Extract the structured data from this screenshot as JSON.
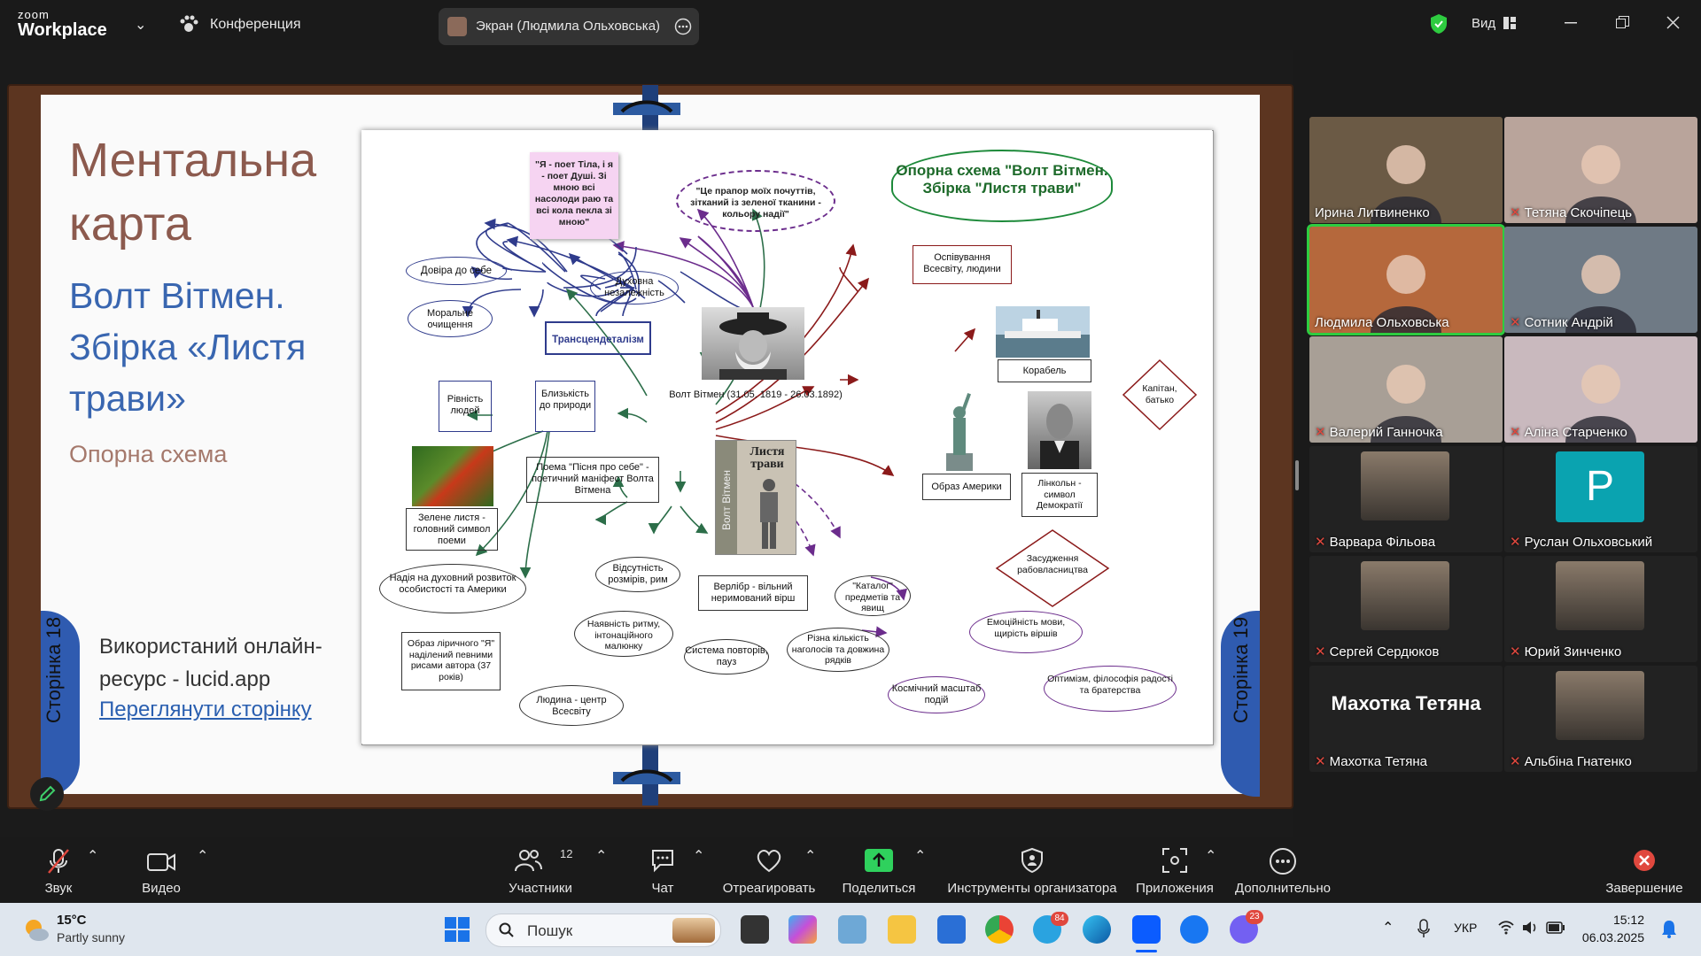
{
  "app": {
    "logo_top": "zoom",
    "logo_bottom": "Workplace",
    "meeting_label": "Конференция",
    "screen_share_label": "Экран (Людмила Ольховська)",
    "view_label": "Вид"
  },
  "slide": {
    "title": "Ментальна карта",
    "subtitle": "Волт Вітмен. Збірка «Листя трави»",
    "label": "Опорна схема",
    "resource_text": "Використаний онлайн-ресурс - lucid.app",
    "link_text": "Переглянути сторінку",
    "left_page": "Сторінка 18",
    "right_page": "Сторінка 19"
  },
  "diagram": {
    "cloud_title": "Опорна схема \"Волт Вітмен. Збірка \"Листя трави\"",
    "quote_note": "\"Я - поет Тіла, і я - поет Душі. Зі мною всі насолоди раю та всі кола пекла зі мною\"",
    "quote_cloud": "\"Це прапор моїх почуттів, зітканий із зеленої тканини - кольору надії\"",
    "n_trust": "Довіра до себе",
    "n_spirit": "Духовна незалежність",
    "n_moral": "Моральне очищення",
    "n_transc": "Трансцендеталізм",
    "n_equal": "Рівність людей",
    "n_nature": "Близькість до природи",
    "n_author": "Волт Вітмен (31.05. 1819 - 26.03.1892)",
    "n_poem": "Поема \"Пісня про себе\" - поетичний маніфест Волта Вітмена",
    "n_leaves": "Зелене листя - головний символ поеми",
    "n_hope": "Надія на духовний розвиток особистості та Америки",
    "n_lyric": "Образ ліричного \"Я\" наділений певними рисами автора (37 років)",
    "n_human": "Людина - центр Всесвіту",
    "n_noSize": "Відсутність розмірів, рим",
    "n_verse": "Верлібр - вільний неримований вірш",
    "n_catalog": "\"Каталог\" предметів та явищ",
    "n_rhythm": "Наявність ритму, інтонаційного малюнку",
    "n_repeat": "Система повторів, пауз",
    "n_stress": "Різна кількість наголосів та довжина рядків",
    "n_cosmic": "Космічний масштаб подій",
    "n_optim": "Оптимізм, філософія радості та братерства",
    "n_emotion": "Емоційність мови, щирість віршів",
    "n_condemn": "Засудження рабовласництва",
    "n_america": "Образ Америки",
    "n_lincoln": "Лінкольн - символ Демократії",
    "n_captain": "Капітан, батько",
    "n_ship": "Корабель",
    "n_praise": "Оспівування Всесвіту, людини",
    "book_title": "Листя трави",
    "book_author": "Волт Вітмен"
  },
  "participants": [
    {
      "name": "Ирина Литвиненко",
      "muted": false,
      "bg": "#6b5a45"
    },
    {
      "name": "Тетяна Скочіпець",
      "muted": true,
      "bg": "#b9a49b"
    },
    {
      "name": "Людмила Ольховська",
      "muted": false,
      "bg": "#b5683c",
      "active": true
    },
    {
      "name": "Сотник Андрій",
      "muted": true,
      "bg": "#6f7a85"
    },
    {
      "name": "Валерий Ганночка",
      "muted": true,
      "bg": "#a89f96"
    },
    {
      "name": "Аліна Старченко",
      "muted": true,
      "bg": "#c9b9be"
    },
    {
      "name": "Варвара Фільова",
      "muted": true,
      "bg": "#222"
    },
    {
      "name": "Руслан Ольховський",
      "muted": true,
      "bg": "#222",
      "initial": "Р"
    },
    {
      "name": "Сергей Сердюков",
      "muted": true,
      "bg": "#222"
    },
    {
      "name": "Юрий Зинченко",
      "muted": true,
      "bg": "#222"
    },
    {
      "name": "Махотка Тетяна",
      "muted": true,
      "bg": "#222",
      "big_name": "Махотка Тетяна"
    },
    {
      "name": "Альбіна Гнатенко",
      "muted": true,
      "bg": "#222"
    }
  ],
  "toolbar": {
    "audio": "Звук",
    "video": "Видео",
    "participants": "Участники",
    "participants_count": "12",
    "chat": "Чат",
    "react": "Отреагировать",
    "share": "Поделиться",
    "host_tools": "Инструменты организатора",
    "apps": "Приложения",
    "more": "Дополнительно",
    "end": "Завершение"
  },
  "taskbar": {
    "temp": "15°C",
    "weather": "Partly sunny",
    "search": "Пошук",
    "lang": "УКР",
    "time": "15:12",
    "date": "06.03.2025",
    "badge1": "84",
    "badge2": "23"
  }
}
